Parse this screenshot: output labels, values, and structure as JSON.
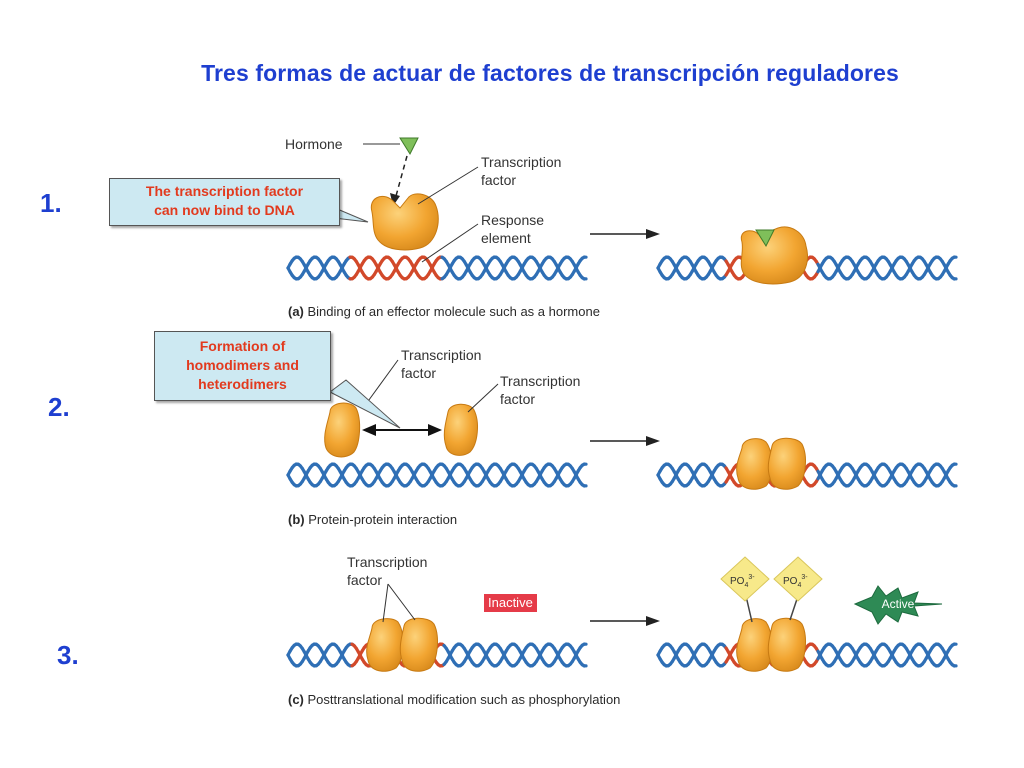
{
  "title": "Tres formas de actuar de factores de transcripción reguladores",
  "rows": [
    {
      "number": "1.",
      "callout": [
        "The transcription factor",
        "can now bind to DNA"
      ],
      "labels": {
        "hormone": "Hormone",
        "tf": [
          "Transcription",
          "factor"
        ],
        "response": [
          "Response",
          "element"
        ]
      },
      "caption_letter": "(a)",
      "caption_text": " Binding of an effector molecule such as a hormone"
    },
    {
      "number": "2.",
      "callout": [
        "Formation of",
        "homodimers and",
        "heterodimers"
      ],
      "labels": {
        "tf1": [
          "Transcription",
          "factor"
        ],
        "tf2": [
          "Transcription",
          "factor"
        ]
      },
      "caption_letter": "(b)",
      "caption_text": " Protein-protein interaction"
    },
    {
      "number": "3.",
      "labels": {
        "tf": [
          "Transcription",
          "factor"
        ],
        "inactive": "Inactive",
        "active": "Active",
        "po4": "PO",
        "po4_sub": "4",
        "po4_sup": "3-"
      },
      "caption_letter": "(c)",
      "caption_text": " Posttranslational modification such as phosphorylation"
    }
  ],
  "colors": {
    "title": "#1e3fd0",
    "dna_blue": "#2f6fb5",
    "dna_red": "#d2492a",
    "protein": "#f2a531",
    "protein_edge": "#c77a12",
    "callout_bg": "#cde9f2",
    "callout_text": "#e23a1e",
    "hormone": "#7fbf5a",
    "inactive": "#e53b48",
    "active": "#2e8a55",
    "phosphate": "#f7e98a"
  }
}
